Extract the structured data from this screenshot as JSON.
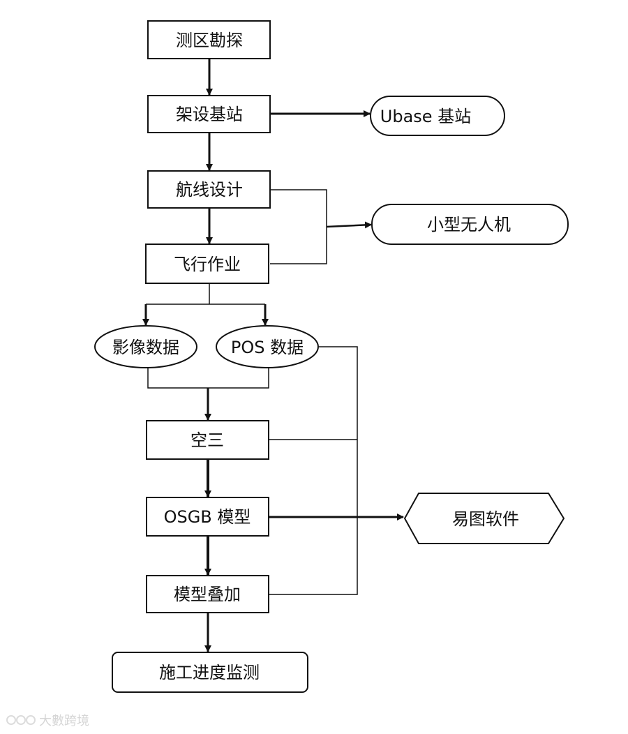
{
  "nodes": {
    "survey": "测区勘探",
    "base_station": "架设基站",
    "ubase": "Ubase 基站",
    "route_design": "航线设计",
    "small_uav": "小型无人机",
    "flight_ops": "飞行作业",
    "image_data": "影像数据",
    "pos_data": "POS 数据",
    "aerial_triangulation": "空三",
    "osgb_model": "OSGB 模型",
    "yitu_software": "易图软件",
    "model_overlay": "模型叠加",
    "progress_monitoring": "施工进度监测"
  },
  "watermark": "大數跨境"
}
